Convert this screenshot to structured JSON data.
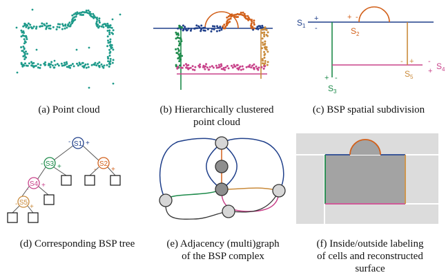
{
  "panels": [
    {
      "caption": "(a)  Point cloud"
    },
    {
      "caption_line1": "(b)  Hierarchically clustered",
      "caption_line2": "point cloud"
    },
    {
      "caption": "(c)  BSP spatial subdivision"
    },
    {
      "caption": "(d)  Corresponding BSP tree"
    },
    {
      "caption_line1": "(e)  Adjacency (multi)graph",
      "caption_line2": "of the BSP complex"
    },
    {
      "caption_line1": "(f)  Inside/outside labeling",
      "caption_line2": "of cells and reconstructed",
      "caption_line3": "surface"
    }
  ],
  "subdivision_labels": {
    "s1": "S",
    "s1_sub": "1",
    "s2": "S",
    "s2_sub": "2",
    "s3": "S",
    "s3_sub": "3",
    "s4": "S",
    "s4_sub": "4",
    "s5": "S",
    "s5_sub": "5",
    "plus": "+",
    "minus": "-"
  },
  "tree_labels": {
    "s1": "S1",
    "s2": "S2",
    "s3": "S3",
    "s4": "S4",
    "s5": "S5",
    "plus": "+",
    "minus": "-"
  },
  "colors": {
    "s1": "#1f3f8a",
    "s2": "#d2601a",
    "s3": "#1d8a4a",
    "s4": "#c8428a",
    "s5": "#c98a3a",
    "points": "#1e9a8a",
    "inside": "#a3a3a3",
    "outside": "#dcdcdc",
    "node": "#d6d6d6",
    "node_dark": "#8e8e8e"
  }
}
